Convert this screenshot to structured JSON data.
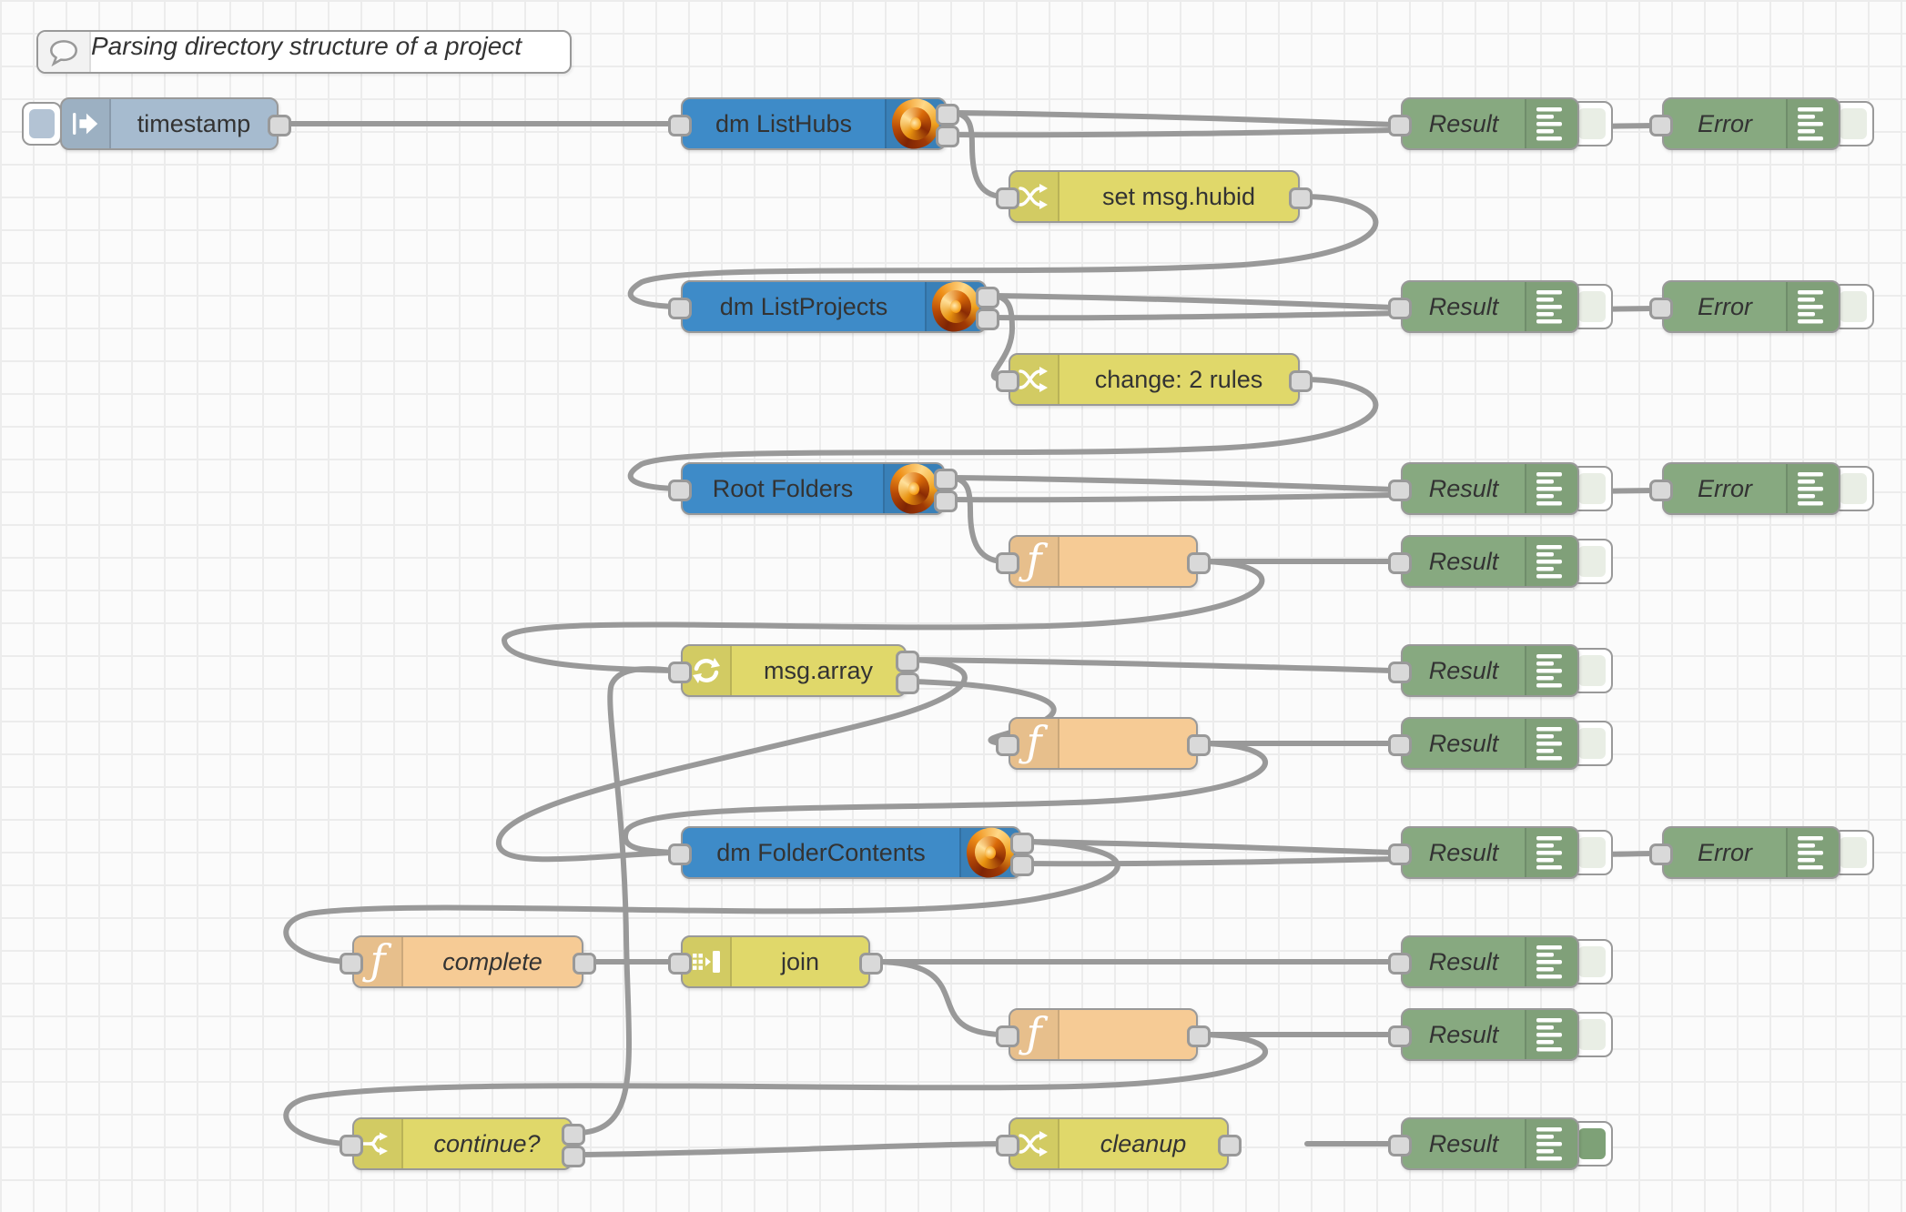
{
  "app": "flow-editor-canvas",
  "comment": {
    "label": "Parsing directory structure of a project"
  },
  "nodes": {
    "inject": {
      "label": "timestamp",
      "type": "inject"
    },
    "list_hubs": {
      "label": "dm ListHubs",
      "type": "forge"
    },
    "set_hubid": {
      "label": "set msg.hubid",
      "type": "change"
    },
    "list_projects": {
      "label": "dm ListProjects",
      "type": "forge"
    },
    "change_rules": {
      "label": "change: 2 rules",
      "type": "change"
    },
    "root_folders": {
      "label": "Root Folders",
      "type": "forge"
    },
    "function_blank": {
      "label": "",
      "type": "function"
    },
    "msg_array": {
      "label": "msg.array",
      "type": "loop"
    },
    "folder_contents": {
      "label": "dm FolderContents",
      "type": "forge"
    },
    "complete": {
      "label": "complete",
      "type": "function"
    },
    "join": {
      "label": "join",
      "type": "join"
    },
    "continue": {
      "label": "continue?",
      "type": "switch"
    },
    "cleanup": {
      "label": "cleanup",
      "type": "change"
    },
    "debug_result": {
      "label": "Result",
      "type": "debug"
    },
    "debug_error": {
      "label": "Error",
      "type": "debug"
    }
  },
  "colors": {
    "inject_gray": "#a6bbcf",
    "forge_blue": "#3e8bc8",
    "change_yellow": "#e0d86a",
    "function_orange": "#f6cb95",
    "debug_green": "#87a980",
    "wire_gray": "#999999",
    "label_text": "#333333"
  },
  "connections": [
    "timestamp -> dm ListHubs",
    "dm ListHubs:1 -> Result",
    "dm ListHubs:2 -> Error",
    "dm ListHubs:1 -> set msg.hubid",
    "set msg.hubid -> dm ListProjects",
    "dm ListProjects:1 -> Result",
    "dm ListProjects:2 -> Error",
    "dm ListProjects:1 -> change: 2 rules",
    "change: 2 rules -> Root Folders",
    "Root Folders:1 -> Result",
    "Root Folders:2 -> Error",
    "Root Folders:1 -> function",
    "function -> Result",
    "function -> msg.array",
    "msg.array:1 -> Result",
    "msg.array:1 -> dm FolderContents",
    "msg.array:2 -> function",
    "function -> Result",
    "function -> dm FolderContents",
    "dm FolderContents:1 -> Result",
    "dm FolderContents:2 -> Error",
    "dm FolderContents:1 -> complete",
    "complete -> join",
    "join -> Result",
    "join -> function",
    "function -> Result",
    "function -> continue?",
    "continue?:1 -> msg.array",
    "continue?:2 -> cleanup",
    "cleanup -> Result"
  ],
  "debug_toggles": {
    "enabled_count": 1,
    "note": "bottom Result toggle filled green, others pale"
  }
}
